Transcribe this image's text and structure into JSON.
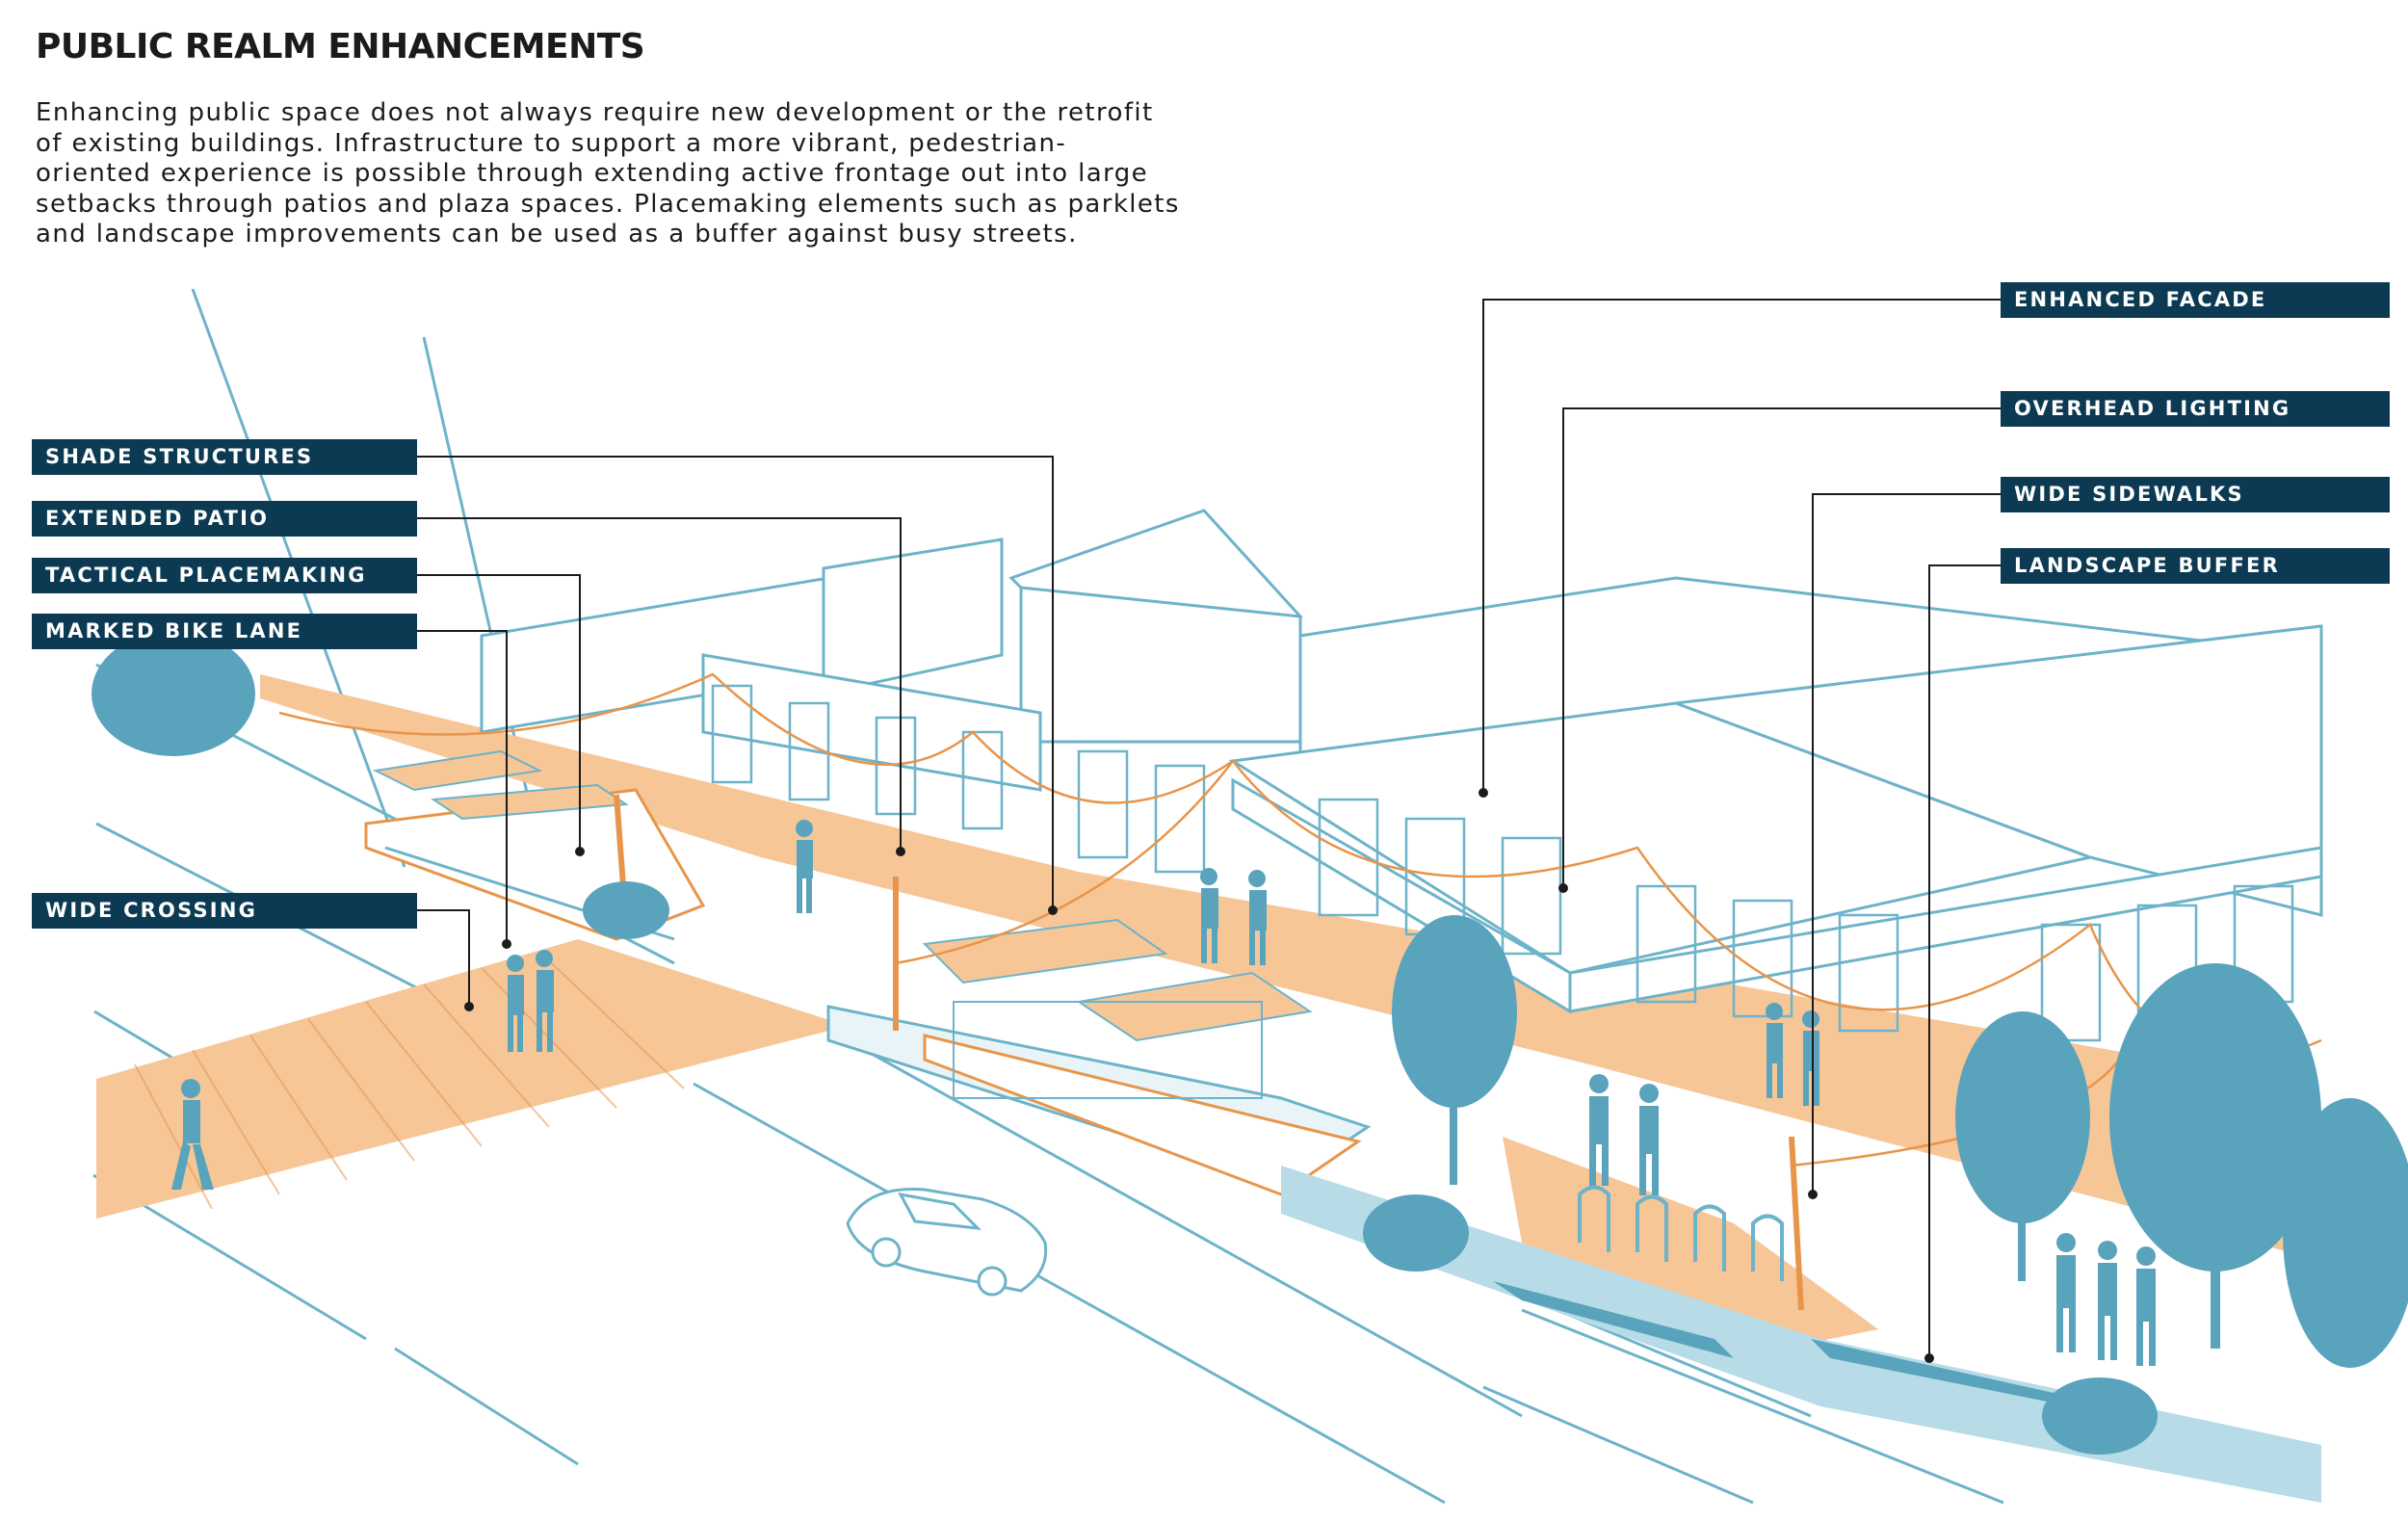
{
  "title": "PUBLIC REALM ENHANCEMENTS",
  "intro": [
    "Enhancing public space does not always require new development or the retrofit",
    "of existing buildings. Infrastructure to support a more vibrant, pedestrian-",
    "oriented experience is possible through extending active frontage out into large",
    "setbacks through patios and plaza spaces. Placemaking elements such as parklets",
    "and landscape improvements can be used as a buffer against busy streets."
  ],
  "callouts": {
    "left": [
      "SHADE STRUCTURES",
      "EXTENDED PATIO",
      "TACTICAL PLACEMAKING",
      "MARKED BIKE LANE",
      "WIDE CROSSING"
    ],
    "right": [
      "ENHANCED FACADE",
      "OVERHEAD LIGHTING",
      "WIDE SIDEWALKS",
      "LANDSCAPE BUFFER"
    ]
  },
  "colors": {
    "label_bg": "#0c3a53",
    "linework": "#6db3c9",
    "accent_orange": "#f6c697",
    "orange_line": "#e8954a",
    "teal_figures": "#5aa3bd",
    "light_teal": "#b7dce8"
  }
}
